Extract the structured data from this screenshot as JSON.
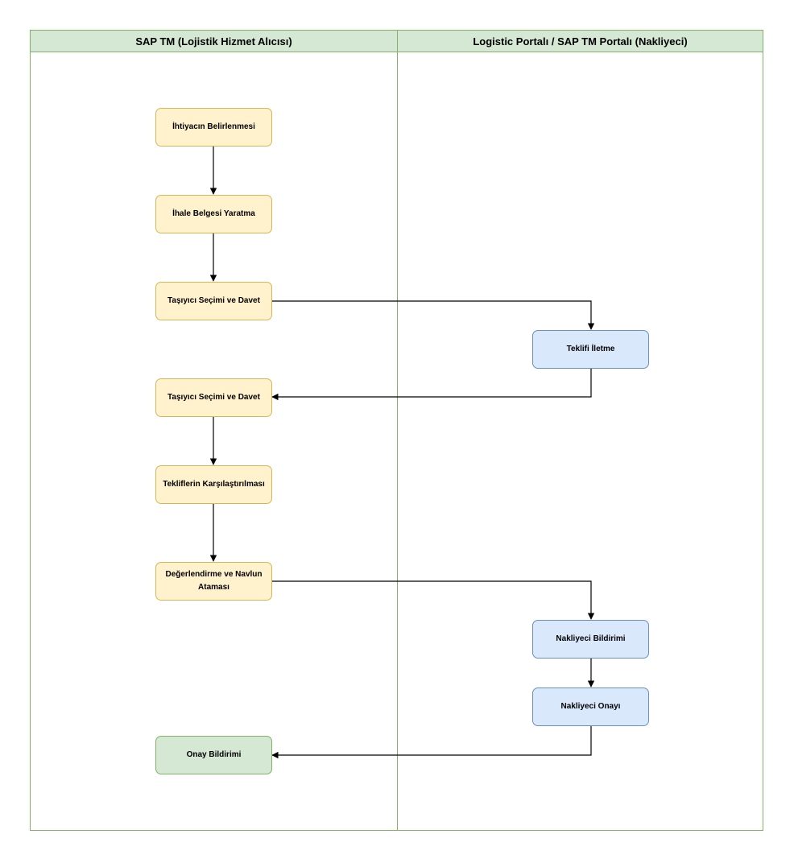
{
  "lanes": {
    "left_title": "SAP TM (Lojistik Hizmet Alıcısı)",
    "right_title": "Logistic Portalı / SAP TM Portalı (Nakliyeci)"
  },
  "nodes": {
    "ihtiyac": "İhtiyacın Belirlenmesi",
    "ihale": "İhale Belgesi Yaratma",
    "tasiyici1": "Taşıyıcı Seçimi ve Davet",
    "teklif_iletme": "Teklifi İletme",
    "tasiyici2": "Taşıyıcı Seçimi ve Davet",
    "tekliflerin": "Tekliflerin Karşılaştırılması",
    "degerlendirme": "Değerlendirme ve Navlun Ataması",
    "nakliyeci_bildirimi": "Nakliyeci Bildirimi",
    "nakliyeci_onayi": "Nakliyeci Onayı",
    "onay_bildirimi": "Onay Bildirimi"
  },
  "colors": {
    "lane_fill": "#d5e8d4",
    "lane_stroke": "#82b366",
    "buyer_fill": "#fff2cc",
    "buyer_stroke": "#d6b656",
    "carrier_fill": "#dae8fc",
    "carrier_stroke": "#6c8ebf",
    "edge": "#000000"
  }
}
